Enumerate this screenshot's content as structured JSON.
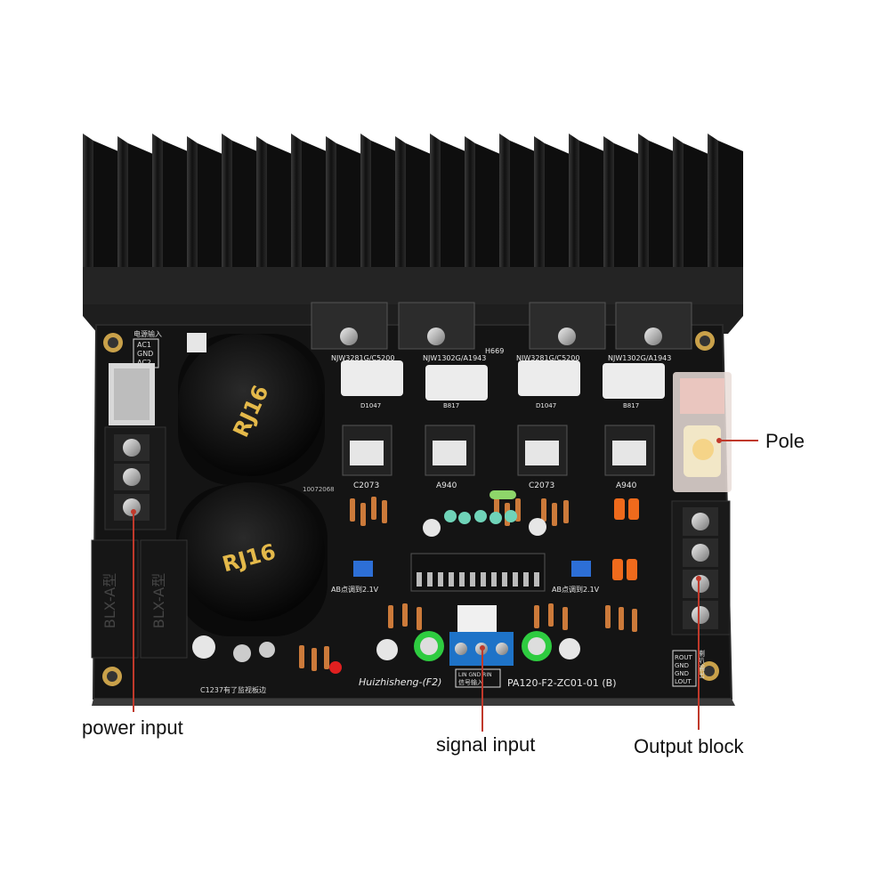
{
  "labels": {
    "pole": "Pole",
    "power_input": "power input",
    "signal_input": "signal input",
    "output_block": "Output block"
  },
  "board": {
    "capacitor_label": "RJ16",
    "relay_label": "BLX-A型",
    "transistor_top": [
      "NJW3281G/C5200",
      "NJW1302G/A1943",
      "NJW3281G/C5200",
      "NJW1302G/A1943"
    ],
    "driver_labels": [
      "D1047",
      "B817",
      "D1047",
      "B817"
    ],
    "small_transistors": [
      "C2073",
      "A940",
      "C2073",
      "A940"
    ],
    "power_header": [
      "电源输入",
      "AC1",
      "GND",
      "AC2"
    ],
    "output_header": [
      "ROUT",
      "GND",
      "GND",
      "LOUT"
    ],
    "output_cn": "喇叭输出",
    "signal_header": "LIN GND RIN",
    "signal_cn": "信号输入",
    "brand": "Huizhisheng-(F2)",
    "model": "PA120-F2-ZC01-01 (B)",
    "ab_note": "AB点调到2.1V",
    "h669": "H669",
    "small_code": "10072068",
    "bottom_note": "C1237有了监视板边"
  },
  "colors": {
    "pcb": "#141414",
    "heatsink": "#1c1c1c",
    "callout_line": "#c0392b",
    "capacitor_green": "#2ecc40"
  }
}
